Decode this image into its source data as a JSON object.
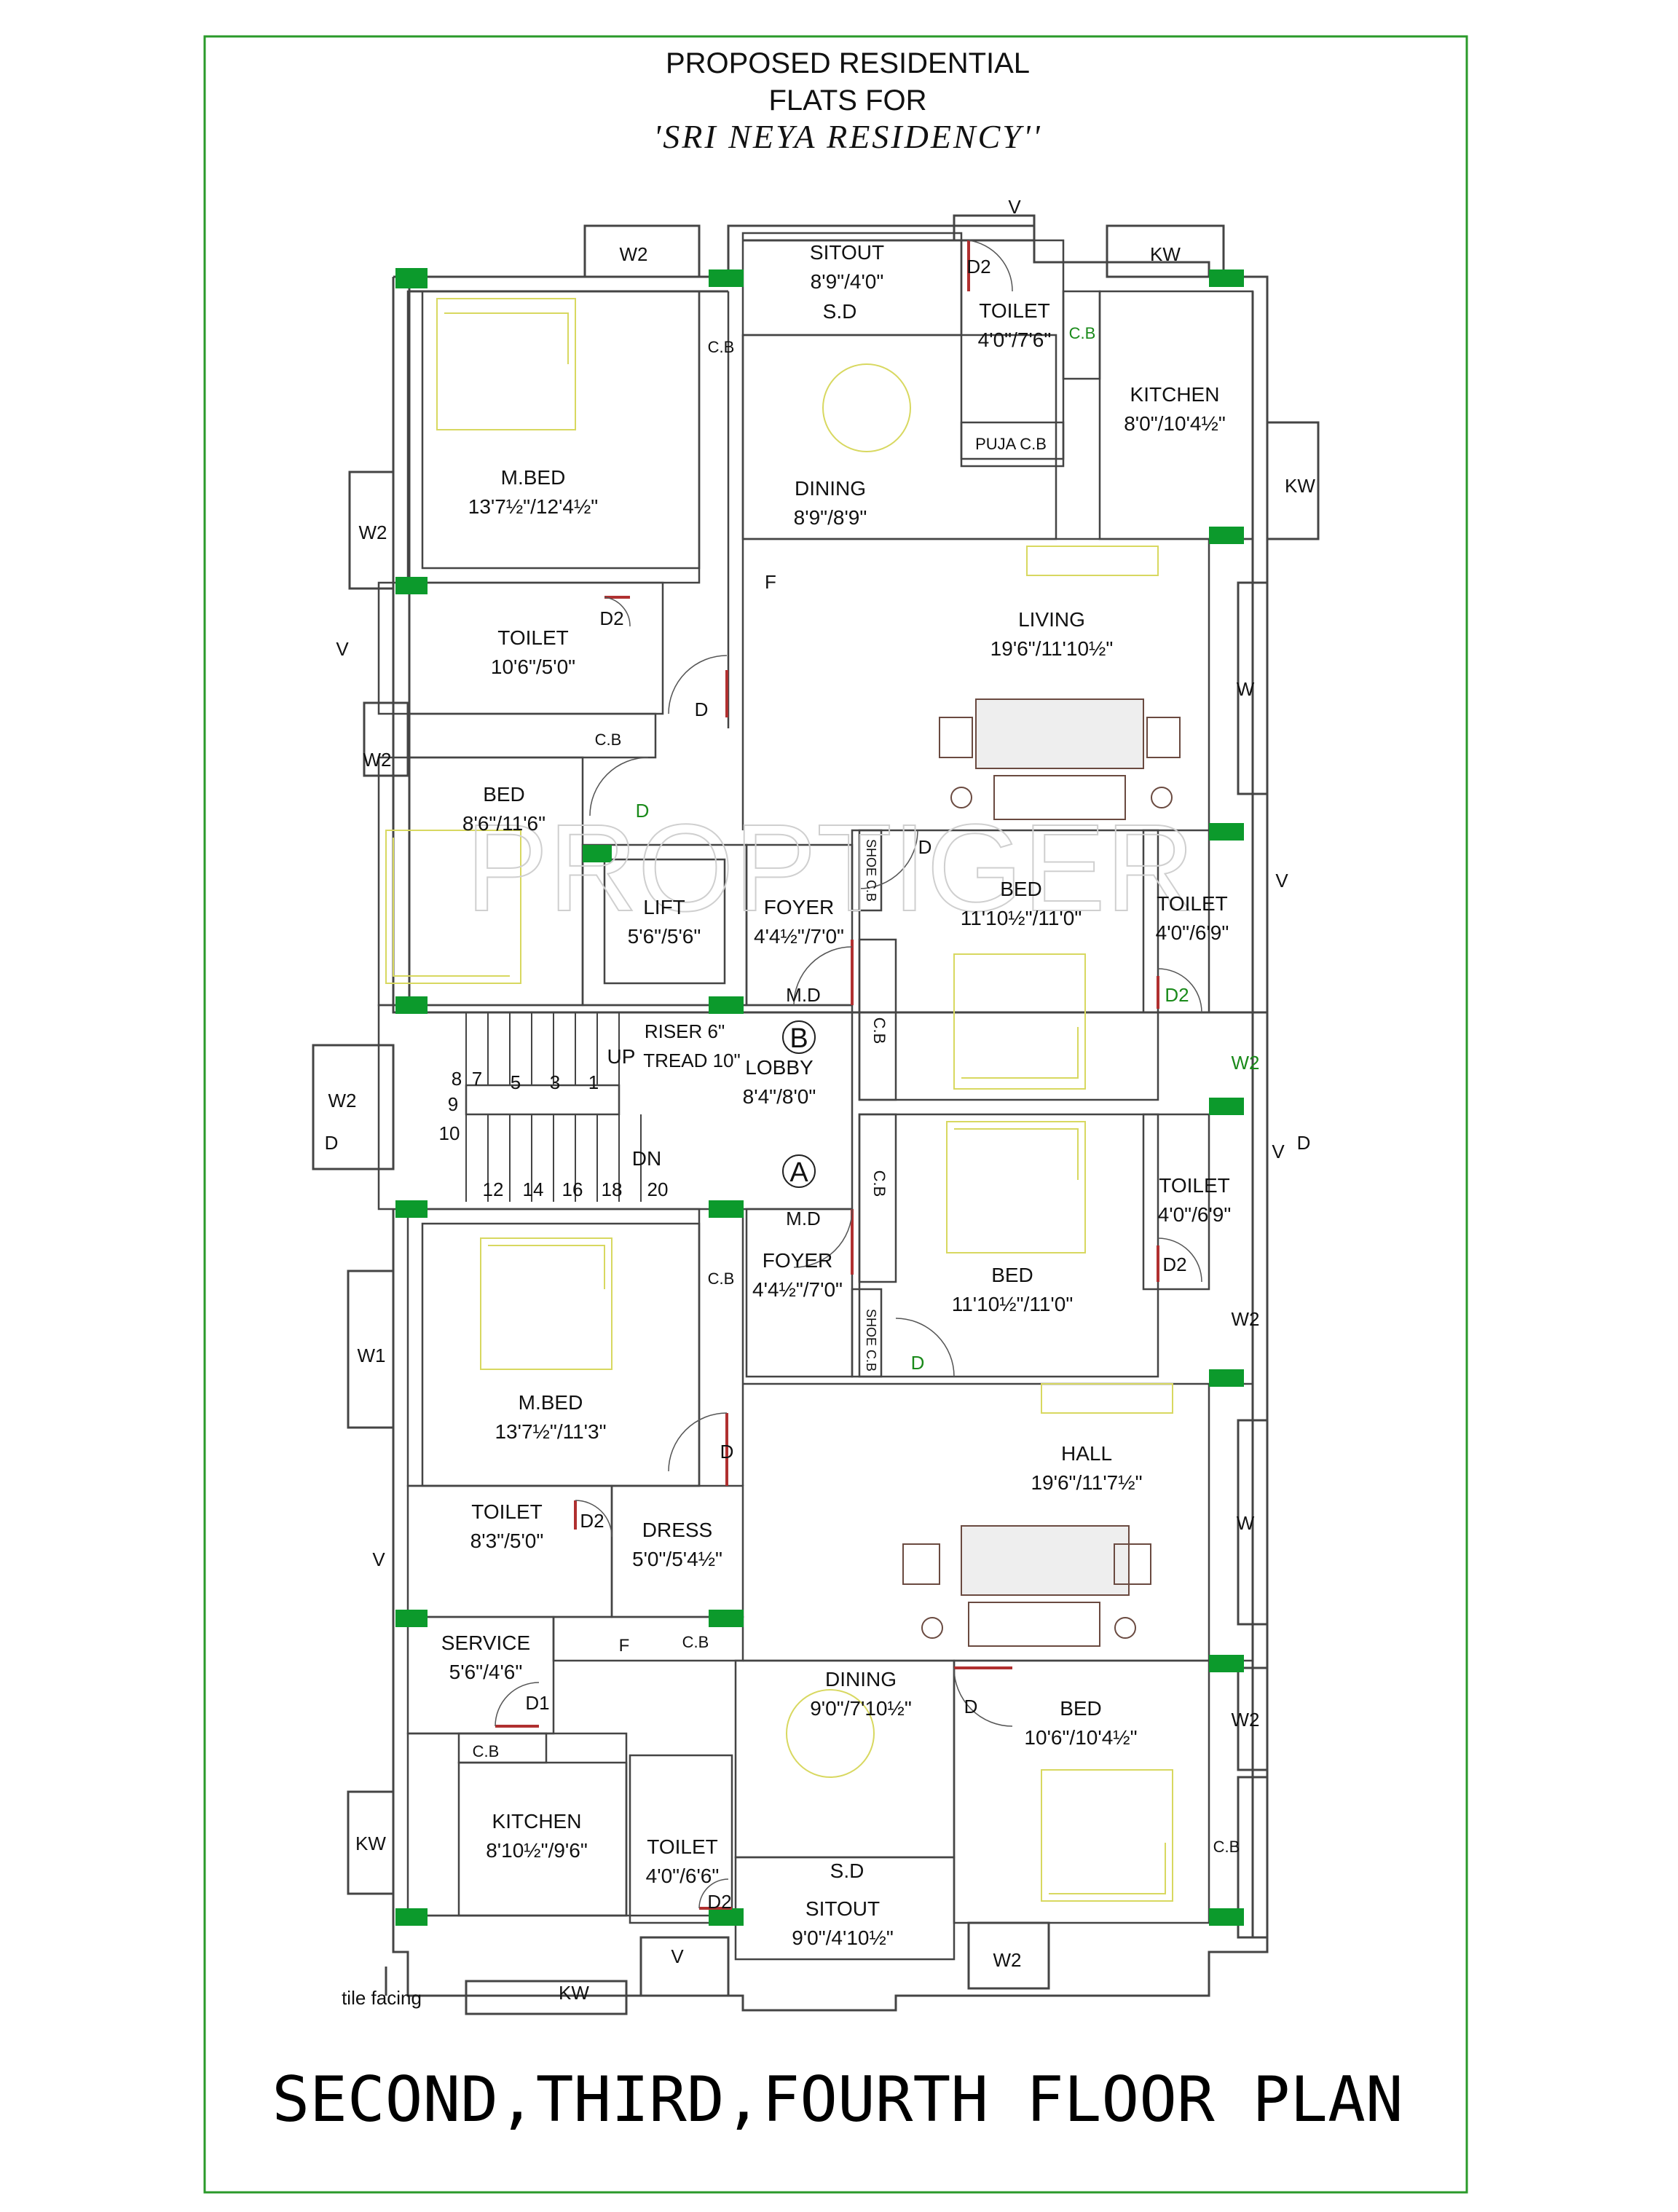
{
  "title": {
    "line1": "PROPOSED RESIDENTIAL",
    "line2": "FLATS FOR",
    "line3": "'SRI NEYA RESIDENCY''"
  },
  "footer_title": "SECOND,THIRD,FOURTH FLOOR PLAN",
  "watermark": "PROPTIGER",
  "rooms_flat_b": [
    {
      "name": "SITOUT",
      "dim": "8'9\"/4'0\""
    },
    {
      "name": "TOILET",
      "dim": "4'0\"/7'6\""
    },
    {
      "name": "KITCHEN",
      "dim": "8'0\"/10'4½\""
    },
    {
      "name": "DINING",
      "dim": "8'9\"/8'9\""
    },
    {
      "name": "M.BED",
      "dim": "13'7½\"/12'4½\""
    },
    {
      "name": "TOILET",
      "dim": "10'6\"/5'0\""
    },
    {
      "name": "LIVING",
      "dim": "19'6\"/11'10½\""
    },
    {
      "name": "BED",
      "dim": "8'6\"/11'6\""
    },
    {
      "name": "BED",
      "dim": "11'10½\"/11'0\""
    },
    {
      "name": "TOILET",
      "dim": "4'0\"/6'9\""
    },
    {
      "name": "FOYER",
      "dim": "4'4½\"/7'0\""
    },
    {
      "name": "LIFT",
      "dim": "5'6\"/5'6\""
    }
  ],
  "rooms_common": [
    {
      "name": "LOBBY",
      "dim": "8'4\"/8'0\""
    }
  ],
  "rooms_flat_a": [
    {
      "name": "FOYER",
      "dim": "4'4½\"/7'0\""
    },
    {
      "name": "TOILET",
      "dim": "4'0\"/6'9\""
    },
    {
      "name": "BED",
      "dim": "11'10½\"/11'0\""
    },
    {
      "name": "M.BED",
      "dim": "13'7½\"/11'3\""
    },
    {
      "name": "HALL",
      "dim": "19'6\"/11'7½\""
    },
    {
      "name": "TOILET",
      "dim": "8'3\"/5'0\""
    },
    {
      "name": "DRESS",
      "dim": "5'0\"/5'4½\""
    },
    {
      "name": "SERVICE",
      "dim": "5'6\"/4'6\""
    },
    {
      "name": "DINING",
      "dim": "9'0\"/7'10½\""
    },
    {
      "name": "BED",
      "dim": "10'6\"/10'4½\""
    },
    {
      "name": "KITCHEN",
      "dim": "8'10½\"/9'6\""
    },
    {
      "name": "TOILET",
      "dim": "4'0\"/6'6\""
    },
    {
      "name": "SITOUT",
      "dim": "9'0\"/4'10½\""
    }
  ],
  "stair": {
    "riser": "RISER 6\"",
    "tread": "TREAD 10\"",
    "up": "UP",
    "dn": "DN",
    "steps_up": [
      "8",
      "7",
      "5",
      "3",
      "1"
    ],
    "steps_mid": [
      "9",
      "10"
    ],
    "steps_dn": [
      "12",
      "14",
      "16",
      "18",
      "20"
    ]
  },
  "markers": {
    "flat_b": "B",
    "flat_a": "A"
  },
  "labels": {
    "w2": "W2",
    "w1": "W1",
    "w": "W",
    "v": "V",
    "kw": "KW",
    "d": "D",
    "d1": "D1",
    "d2": "D2",
    "md": "M.D",
    "sd": "S.D",
    "cb": "C.B",
    "f": "F",
    "puja": "PUJA C.B",
    "shoe": "SHOE C.B",
    "tile": "tile facing"
  }
}
